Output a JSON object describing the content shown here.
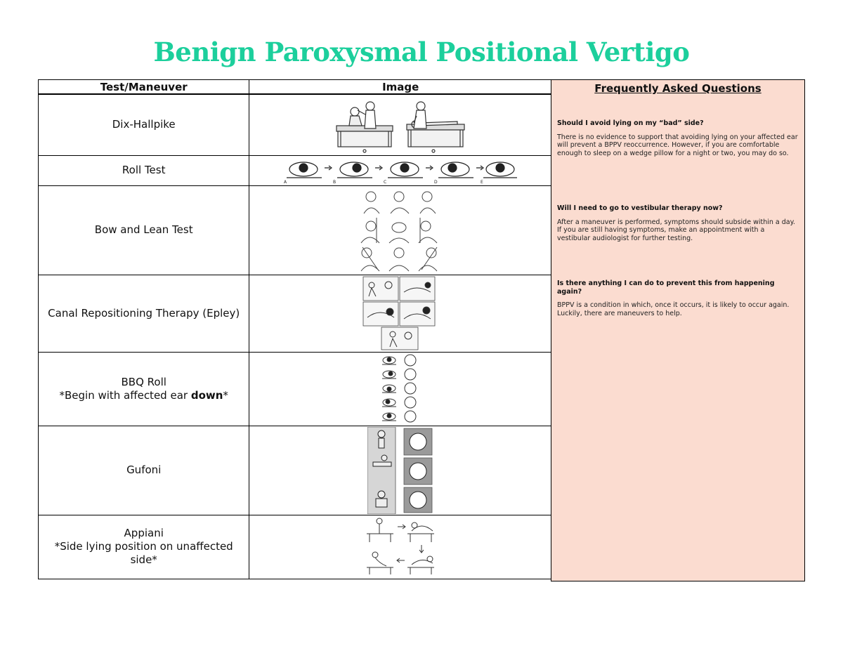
{
  "title": "Benign Paroxysmal Positional Vertigo",
  "table": {
    "headers": {
      "test": "Test/Maneuver",
      "image": "Image"
    },
    "rows": [
      {
        "name": "Dix-Hallpike"
      },
      {
        "name": "Roll Test"
      },
      {
        "name": "Bow and Lean Test"
      },
      {
        "name": "Canal Repositioning Therapy (Epley)"
      },
      {
        "name": "BBQ Roll",
        "note_pre": "*Begin with affected ear ",
        "note_bold": "down",
        "note_post": "*"
      },
      {
        "name": "Gufoni"
      },
      {
        "name": "Appiani",
        "note": "*Side lying position on unaffected side*"
      }
    ]
  },
  "faq": {
    "title": "Frequently Asked Questions",
    "items": [
      {
        "question": "Should I avoid lying on my “bad” side?",
        "answer": "There is no evidence to support that avoiding lying on your affected ear will prevent a BPPV reoccurrence. However, if you are comfortable enough to sleep on a wedge pillow for a night or two, you may do so."
      },
      {
        "question": "Will I need to go to vestibular therapy now?",
        "answer": "After a maneuver is performed, symptoms should subside within a day. If you are still having symptoms, make an appointment with a vestibular audiologist for further testing."
      },
      {
        "question": "Is there anything I can do to prevent this from happening again?",
        "answer": "BPPV is a condition in which, once it occurs, it is likely to occur again. Luckily, there are maneuvers to help."
      }
    ]
  },
  "roll_test_labels": [
    "A",
    "B",
    "C",
    "D",
    "E"
  ],
  "colors": {
    "title": "#1ccf9c",
    "faq_bg": "#fbdcd0"
  }
}
